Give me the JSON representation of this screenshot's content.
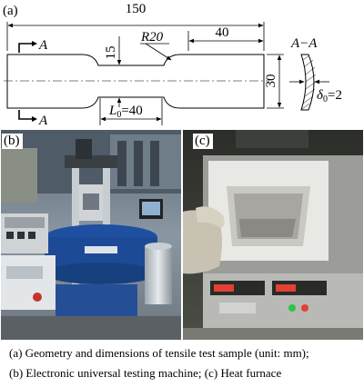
{
  "panels": {
    "a": {
      "label": "(a)",
      "dims": {
        "total_length": "150",
        "grip_length": "40",
        "gauge_width": "15",
        "fillet_radius": "R20",
        "width": "30",
        "gauge_length": "L",
        "gauge_length_sub": "0",
        "gauge_length_value": "=40",
        "thickness_symbol": "δ",
        "thickness_sub": "0",
        "thickness_value": "=2"
      },
      "section_mark": "A",
      "section_view_label": "A−A"
    },
    "b": {
      "label": "(b)",
      "brand_text": ""
    },
    "c": {
      "label": "(c)"
    }
  },
  "caption": {
    "line1": "(a) Geometry and dimensions of tensile test sample (unit: mm);",
    "line2": "(b) Electronic universal testing machine; (c) Heat furnace"
  },
  "colors": {
    "line": "#000000",
    "machine_blue": "#1f4fa0",
    "furnace_insulation": "#e8e8e4",
    "furnace_panel": "#b9b9b5"
  }
}
